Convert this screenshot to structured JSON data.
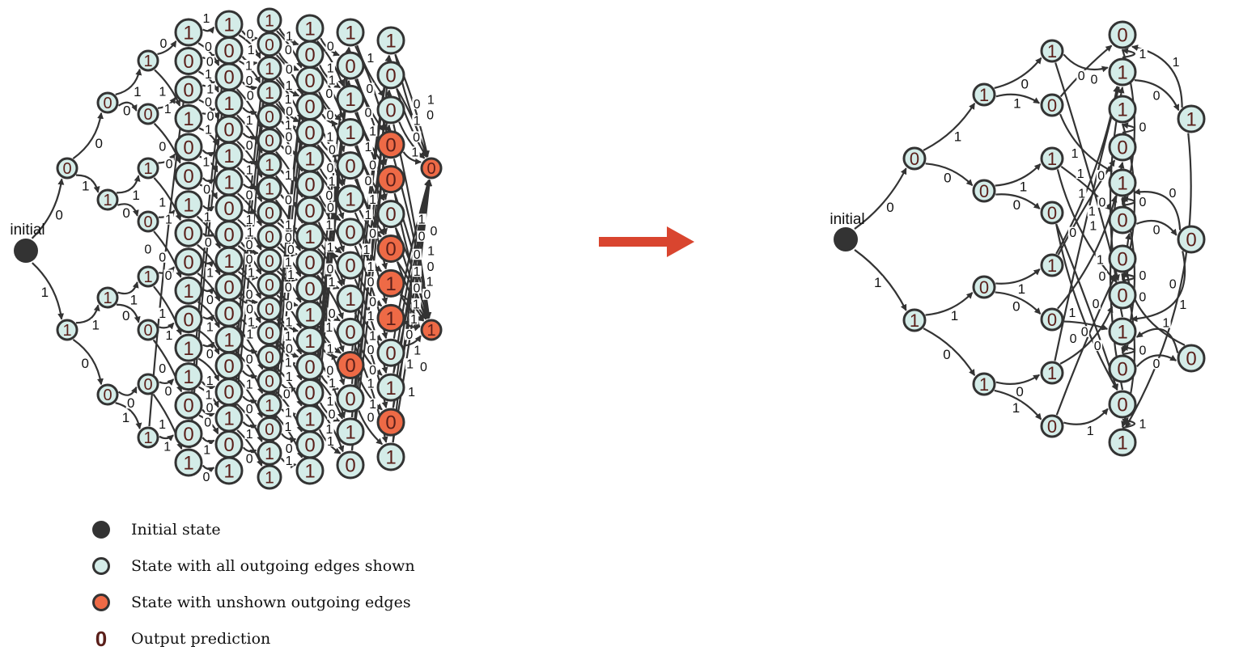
{
  "colors": {
    "initial": "#333333",
    "shown": "#d4ece8",
    "unshown": "#ee6a46",
    "output": "#5a1f1a",
    "edge": "#333333",
    "arrow": "#d9452f"
  },
  "edge_symbols": [
    "0",
    "1"
  ],
  "left_graph": {
    "initial_label": "initial",
    "tree_columns": [
      [
        "0",
        "1"
      ],
      [
        "0",
        "1",
        "1",
        "0"
      ],
      [
        "1",
        "0",
        "1",
        "0",
        "1",
        "0",
        "0",
        "1"
      ]
    ],
    "tree_edge_labels": [
      [
        "0",
        "1"
      ],
      [
        "0",
        "1",
        "1",
        "0"
      ],
      [
        "1",
        "0",
        "1",
        "0",
        "1",
        "0",
        "0",
        "1"
      ]
    ],
    "dense_columns": [
      [
        "1",
        "0",
        "0",
        "1",
        "0",
        "0",
        "1",
        "0",
        "0",
        "1",
        "0",
        "1",
        "1",
        "0",
        "0",
        "1"
      ],
      [
        "1",
        "0",
        "0",
        "1",
        "0",
        "1",
        "1",
        "0",
        "0",
        "1",
        "0",
        "0",
        "1",
        "0",
        "0",
        "1",
        "0",
        "1"
      ],
      [
        "1",
        "0",
        "1",
        "1",
        "0",
        "0",
        "1",
        "1",
        "0",
        "0",
        "0",
        "0",
        "0",
        "0",
        "0",
        "0",
        "1",
        "0",
        "1",
        "1"
      ],
      [
        "1",
        "0",
        "0",
        "0",
        "0",
        "1",
        "0",
        "0",
        "1",
        "0",
        "0",
        "1",
        "1",
        "0",
        "0",
        "1",
        "0",
        "1"
      ],
      [
        "1",
        "0",
        "1",
        "1",
        "0",
        "1",
        "0",
        "0",
        "1",
        "0",
        "0",
        "0",
        "1",
        "0"
      ],
      [
        "1",
        "0",
        "0",
        "0",
        "0",
        "0",
        "0",
        "1",
        "1",
        "0",
        "1",
        "0",
        "1"
      ],
      [
        "0",
        "1"
      ]
    ],
    "unshown": {
      "4": [
        10
      ],
      "5": [
        3,
        4,
        6,
        7,
        8,
        11
      ],
      "6": [
        0,
        1
      ]
    }
  },
  "right_graph": {
    "initial_label": "initial",
    "tree_columns": [
      [
        "0",
        "1"
      ],
      [
        "1",
        "0",
        "0",
        "1"
      ],
      [
        "1",
        "0",
        "1",
        "0",
        "1",
        "0",
        "1",
        "0"
      ]
    ],
    "tree_edge_labels": [
      [
        "0",
        "1"
      ],
      [
        "1",
        "0",
        "1",
        "0"
      ],
      [
        "0",
        "1",
        "1",
        "0",
        "1",
        "0",
        "0",
        "1"
      ]
    ],
    "col4": [
      "0",
      "1",
      "1",
      "0",
      "1",
      "0",
      "0",
      "0",
      "1",
      "0",
      "0",
      "1"
    ],
    "col5": [
      "1",
      "0",
      "0"
    ]
  },
  "legend": [
    {
      "kind": "initial",
      "label": "Initial state"
    },
    {
      "kind": "shown",
      "label": "State with all outgoing edges shown"
    },
    {
      "kind": "unshown",
      "label": "State with unshown outgoing edges"
    },
    {
      "kind": "output",
      "symbol": "0",
      "label": "Output prediction"
    }
  ]
}
